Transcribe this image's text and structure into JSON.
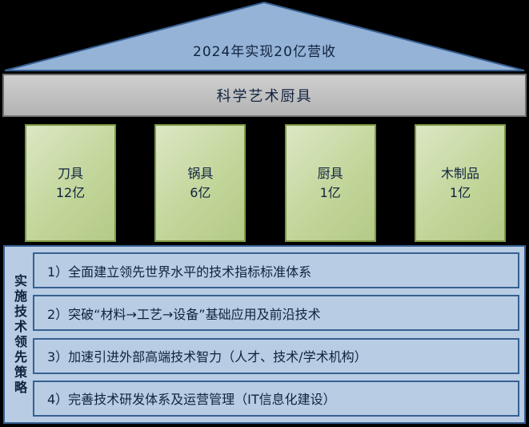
{
  "colors": {
    "background": "#000000",
    "roof_fill": "#95b3d7",
    "roof_border": "#376092",
    "header_fill": "#bfbfbf",
    "header_border": "#6e6e6e",
    "pillar_fill": "#c3d69b",
    "pillar_border": "#7e9a43",
    "base_fill": "#b8cce4",
    "base_border": "#376092",
    "text": "#10233f"
  },
  "roof": {
    "label": "2024年实现20亿营收"
  },
  "header": {
    "label": "科学艺术厨具"
  },
  "pillars": [
    {
      "name": "刀具",
      "value": "12亿"
    },
    {
      "name": "锅具",
      "value": "6亿"
    },
    {
      "name": "厨具",
      "value": "1亿"
    },
    {
      "name": "木制品",
      "value": "1亿"
    }
  ],
  "base": {
    "side_label": "实施技术领先策略",
    "items": [
      "1）全面建立领先世界水平的技术指标标准体系",
      "2）突破“材料→工艺→设备”基础应用及前沿技术",
      "3）加速引进外部高端技术智力（人才、技术/学术机构）",
      "4）完善技术研发体系及运营管理（IT信息化建设）"
    ]
  }
}
